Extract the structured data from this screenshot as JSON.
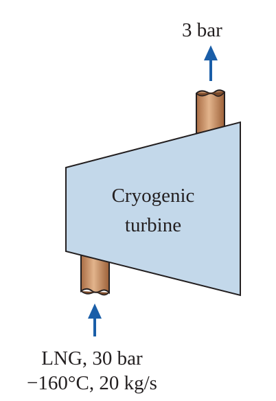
{
  "outlet": {
    "label": "3 bar"
  },
  "turbine": {
    "line1": "Cryogenic",
    "line2": "turbine"
  },
  "inlet": {
    "line1": "LNG, 30 bar",
    "line2": "−160°C, 20 kg/s"
  },
  "colors": {
    "turbine_fill": "#c3d8ea",
    "pipe_fill": "#c8956b",
    "arrow": "#1a5ea8",
    "outline": "#231f20"
  }
}
